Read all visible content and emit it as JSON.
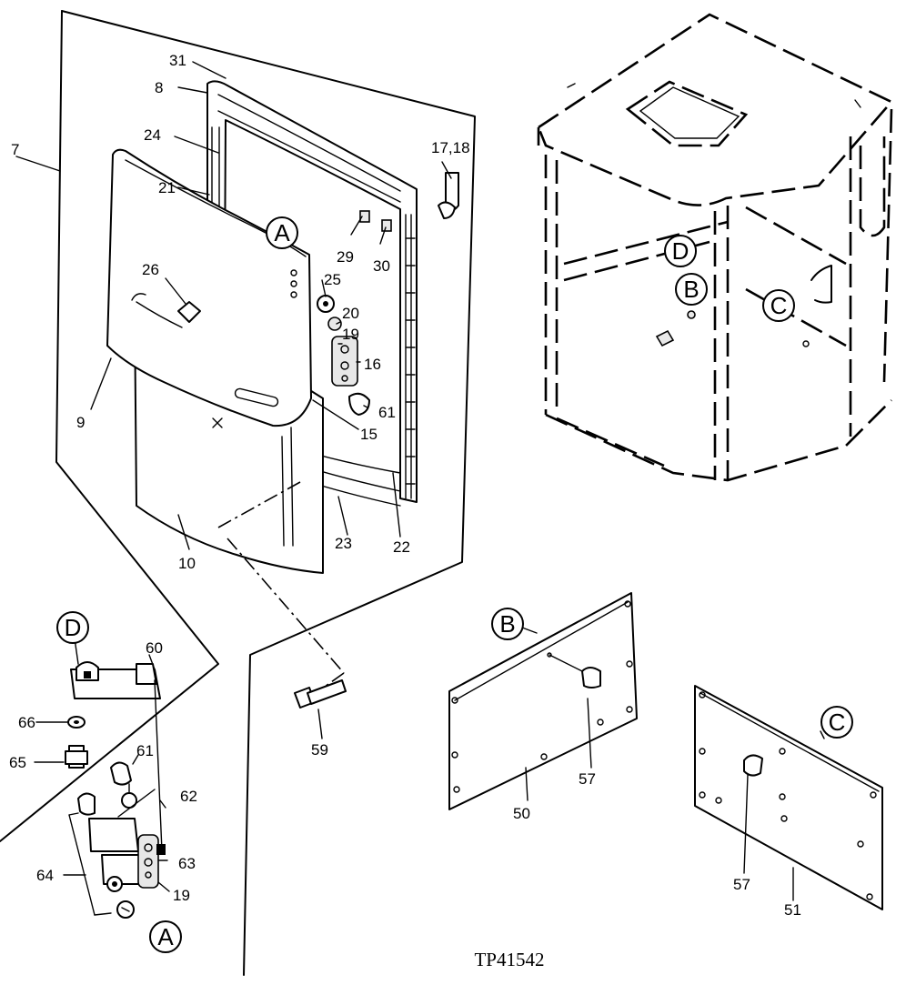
{
  "figure_id": "TP41542",
  "circle_labels": {
    "A_door": "A",
    "A_detail": "A",
    "B_cab": "B",
    "B_plate": "B",
    "C_cab": "C",
    "C_plate": "C",
    "D_cab": "D",
    "D_detail": "D"
  },
  "parts": {
    "p7": "7",
    "p8": "8",
    "p9": "9",
    "p10": "10",
    "p15": "15",
    "p16": "16",
    "p17_18": "17,18",
    "p19_door": "19",
    "p19_detail": "19",
    "p20": "20",
    "p21": "21",
    "p22": "22",
    "p23": "23",
    "p24": "24",
    "p25": "25",
    "p26": "26",
    "p29": "29",
    "p30": "30",
    "p31": "31",
    "p50": "50",
    "p51": "51",
    "p57_b": "57",
    "p57_c": "57",
    "p59": "59",
    "p60": "60",
    "p61_door": "61",
    "p61_detail": "61",
    "p62": "62",
    "p63": "63",
    "p64": "64",
    "p65": "65",
    "p66": "66"
  }
}
